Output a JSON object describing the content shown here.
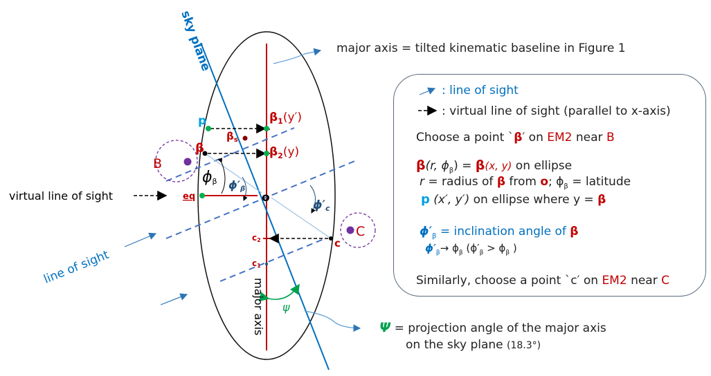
{
  "labels": {
    "sky_plane": "sky plane",
    "line_of_sight": "line of sight",
    "virtual_los": "virtual line of sight",
    "major_axis": "major axis",
    "major_axis_note": "major axis = tilted kinematic baseline in Figure 1",
    "point_p": "p",
    "point_beta": "β",
    "point_B": "B",
    "point_eq": "eq",
    "point_o": "o",
    "point_c": "c",
    "point_C": "C",
    "beta1": "β",
    "beta1_sub": "1",
    "beta1_arg": "(y′)",
    "beta2": "β",
    "beta2_sub": "2",
    "beta2_arg": "(y)",
    "beta_s": "β",
    "beta_s_sub": "s",
    "c1": "c",
    "c1_sub": "1",
    "c2": "c",
    "c2_sub": "2",
    "phi_beta": "ϕ",
    "phi_beta_sub": "β",
    "phi_beta_prime": "ϕ′",
    "phi_beta_prime_sub": "β",
    "phi_c_prime": "ϕ′",
    "phi_c_prime_sub": "c",
    "psi": "ψ",
    "psi_note_sym": "Ψ",
    "psi_note_line1": "= projection angle of the major axis",
    "psi_note_line2": "on the sky plane",
    "psi_note_value": "(18.3°)"
  },
  "legend_box": {
    "los_text": ": line of sight",
    "vlos_text": ": virtual line of sight (parallel to x-axis)",
    "choose_b_1": "Choose a point `",
    "choose_b_beta": "β",
    "choose_b_2": "′ on ",
    "choose_b_em2": "EM2",
    "choose_b_3": " near ",
    "choose_b_B": "B",
    "eq1_a": "β",
    "eq1_b": "(r, ϕ",
    "eq1_b_sub": "β",
    "eq1_c": ") = ",
    "eq1_d": "β",
    "eq1_e": "(x, y)",
    "eq1_f": " on ellipse",
    "eq2_a": "r",
    "eq2_b": " = radius of ",
    "eq2_c": "β",
    "eq2_d": " from ",
    "eq2_e": "o",
    "eq2_f": "; ϕ",
    "eq2_f_sub": "β",
    "eq2_g": " = latitude",
    "eq3_a": "p",
    "eq3_b": " (x′, y′)",
    "eq3_c": " on ellipse where y = ",
    "eq3_d": "β",
    "incl_a": "ϕ′",
    "incl_a_sub": "β",
    "incl_b": " = inclination angle of ",
    "incl_c": "β",
    "arrow_a": "ϕ′",
    "arrow_a_sub": "β",
    "arrow_b": "→ ϕ",
    "arrow_b_sub": "β",
    "arrow_c": " (ϕ′",
    "arrow_c_sub": "β",
    "arrow_d": "  > ϕ",
    "arrow_d_sub": "β",
    "arrow_e": " )",
    "similar_1": "Similarly, choose a point `c′ on ",
    "similar_em2": "EM2",
    "similar_2": " near ",
    "similar_C": "C"
  },
  "colors": {
    "blue": "#0070c0",
    "red": "#c00000",
    "cyan": "#00a0e0",
    "green": "#00a050",
    "purple": "#7030a0",
    "dashed_blue": "#4472c4"
  }
}
